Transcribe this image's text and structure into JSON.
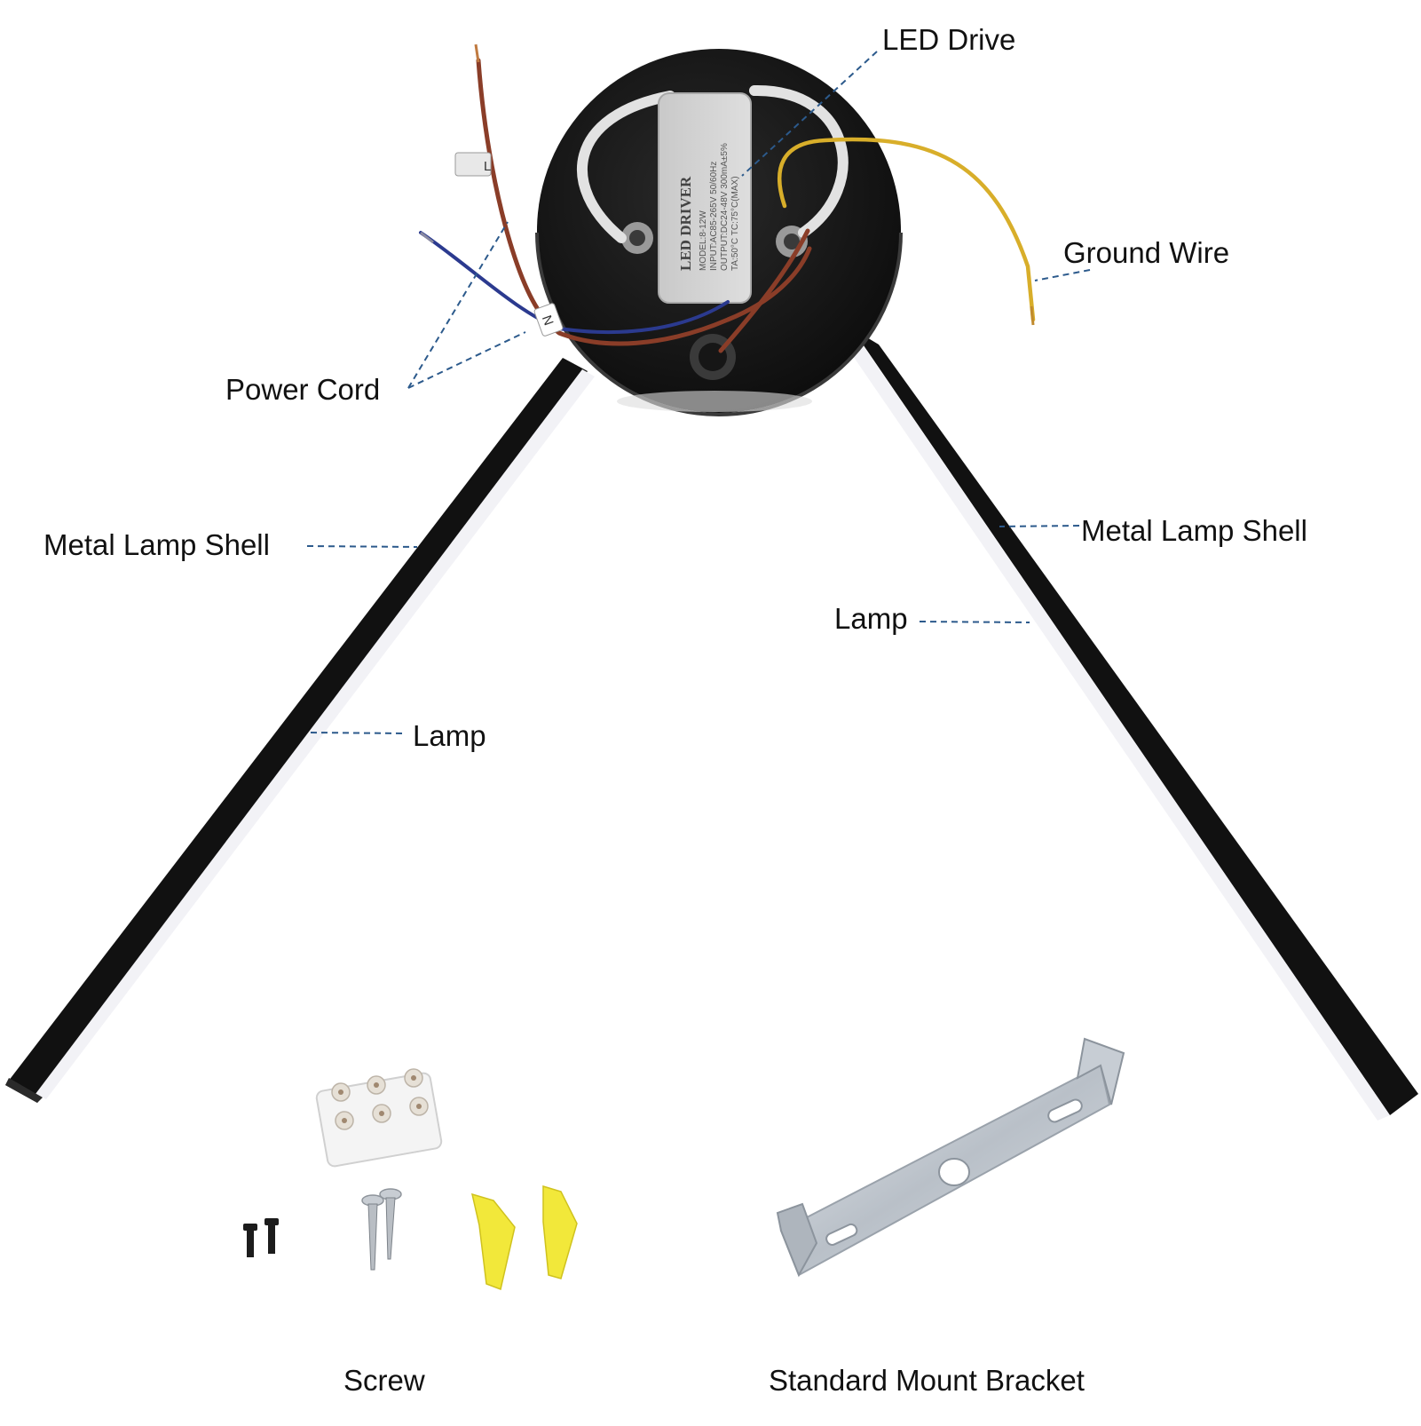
{
  "labels": {
    "led_drive": "LED Drive",
    "ground_wire": "Ground Wire",
    "power_cord": "Power Cord",
    "metal_shell_left": "Metal Lamp Shell",
    "metal_shell_right": "Metal Lamp Shell",
    "lamp_right": "Lamp",
    "lamp_left": "Lamp",
    "screw": "Screw",
    "mount_bracket": "Standard Mount Bracket"
  },
  "driver": {
    "title": "LED DRIVER",
    "model": "MODEL:8-12W",
    "input": "INPUT:AC85-265V 50/60Hz",
    "output": "OUTPUT:DC24-48V 300mA±5%",
    "temp": "TA:50°C TC:75°C(MAX)"
  },
  "wire_tags": {
    "live": "L",
    "neutral": "N"
  },
  "colors": {
    "lamp_shell": "#111111",
    "lamp_diffuser": "#f2f2f6",
    "canopy": "#141414",
    "ground_wire": "#d8ae2a",
    "live_wire": "#8a3d28",
    "neutral_wire": "#2b3a8f",
    "leader_line": "#2c5a8c",
    "anchor": "#f2e83a",
    "bracket": "#bfc5cc"
  }
}
